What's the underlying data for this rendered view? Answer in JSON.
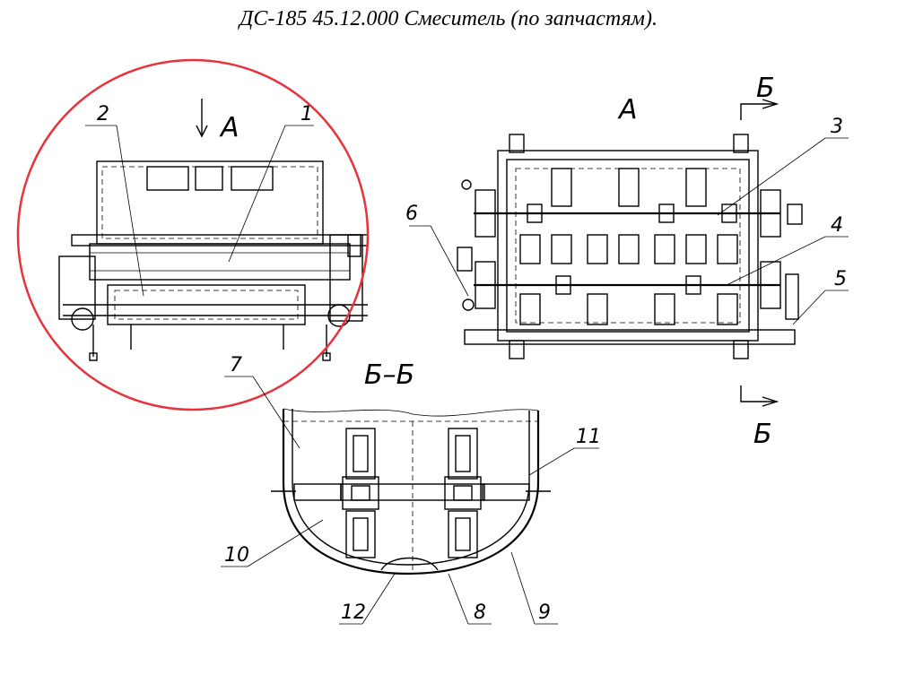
{
  "title": "ДС-185 45.12.000 Смеситель (по запчастям).",
  "view_labels": {
    "view_a_side": "А",
    "view_a_top": "А",
    "section_mark_top": "Б",
    "section_mark_bottom": "Б",
    "section_title": "Б–Б"
  },
  "callouts": [
    "1",
    "2",
    "3",
    "4",
    "5",
    "6",
    "7",
    "8",
    "9",
    "10",
    "11",
    "12"
  ],
  "colors": {
    "highlight_circle": "#e8323c",
    "line": "#000000"
  }
}
